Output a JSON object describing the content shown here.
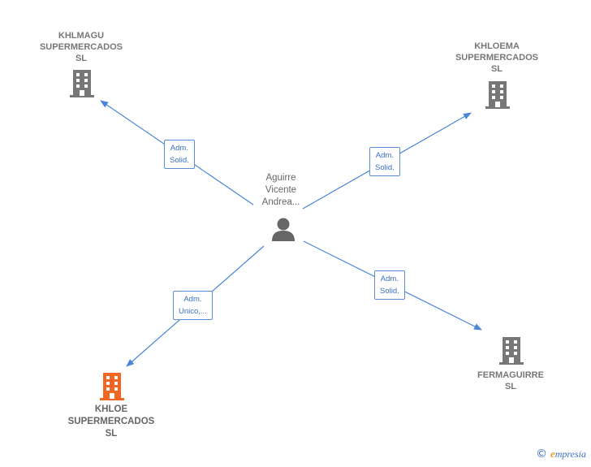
{
  "colors": {
    "edge": "#4a86d8",
    "company_icon": "#777777",
    "focus_icon": "#f26522",
    "person_icon": "#666666",
    "label_border": "#5a8ed8"
  },
  "nodes": {
    "person": {
      "lines": [
        "Aguirre",
        "Vicente",
        "Andrea..."
      ],
      "icon": "person-icon"
    },
    "khlmagu": {
      "lines": [
        "KHLMAGU",
        "SUPERMERCADOS",
        "SL"
      ],
      "icon": "building-icon"
    },
    "khloema": {
      "lines": [
        "KHLOEMA",
        "SUPERMERCADOS",
        "SL"
      ],
      "icon": "building-icon"
    },
    "khloe": {
      "lines": [
        "KHLOE",
        "SUPERMERCADOS",
        "SL"
      ],
      "icon": "building-icon"
    },
    "fermaguirre": {
      "lines": [
        "FERMAGUIRRE",
        "SL"
      ],
      "icon": "building-icon"
    }
  },
  "edges": {
    "to_khlmagu": {
      "lines": [
        "Adm.",
        "Solid."
      ]
    },
    "to_khloema": {
      "lines": [
        "Adm.",
        "Solid."
      ]
    },
    "to_khloe": {
      "lines": [
        "Adm.",
        "Unico,..."
      ]
    },
    "to_fermaguirre": {
      "lines": [
        "Adm.",
        "Solid."
      ]
    }
  },
  "footer": {
    "copyright": "©",
    "brand_initial": "e",
    "brand_rest": "mpresia"
  }
}
